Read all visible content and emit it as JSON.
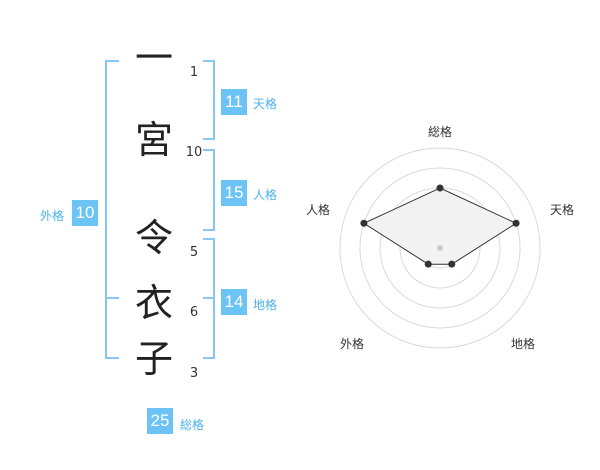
{
  "name": {
    "characters": [
      {
        "char": "一",
        "strokes": "1"
      },
      {
        "char": "宮",
        "strokes": "10"
      },
      {
        "char": "令",
        "strokes": "5"
      },
      {
        "char": "衣",
        "strokes": "6"
      },
      {
        "char": "子",
        "strokes": "3"
      }
    ]
  },
  "kakusu": {
    "tenkaku": {
      "label": "天格",
      "value": "11"
    },
    "jinkaku": {
      "label": "人格",
      "value": "15"
    },
    "chikaku": {
      "label": "地格",
      "value": "14"
    },
    "gaikaku": {
      "label": "外格",
      "value": "10"
    },
    "soukaku": {
      "label": "総格",
      "value": "25"
    }
  },
  "colors": {
    "accent": "#6cc3f5",
    "bracket": "#86c8f2",
    "radar_fill": "#f1f1f1",
    "radar_ring": "#d9d9d9"
  },
  "chart_data": {
    "type": "radar",
    "axes": [
      "総格",
      "天格",
      "地格",
      "外格",
      "人格"
    ],
    "values": [
      3,
      4,
      1,
      1,
      4
    ],
    "range": [
      0,
      5
    ]
  }
}
